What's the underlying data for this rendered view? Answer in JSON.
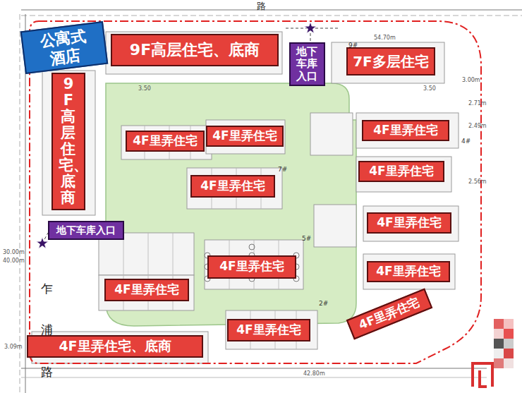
{
  "diagram": {
    "nodes": [
      {
        "text": [
          "公寓式 酒店"
        ]
      },
      {
        "text": [
          "9F高层住宅、底商"
        ]
      },
      {
        "text": [
          "地下 车库 入口"
        ]
      },
      {
        "text": [
          "7F多层住宅"
        ]
      },
      {
        "text": [
          "9F高层住宅、底商"
        ]
      },
      {
        "text": [
          "地下车库入口"
        ]
      },
      {
        "text": [
          "4F里弄住宅"
        ]
      },
      {
        "text": [
          "4F里弄住宅"
        ]
      },
      {
        "text": [
          "4F里弄住宅"
        ]
      },
      {
        "text": [
          "4F里弄住宅"
        ]
      },
      {
        "text": [
          "4F里弄住宅"
        ]
      },
      {
        "text": [
          "4F里弄住宅"
        ]
      },
      {
        "text": [
          "4F里弄住宅"
        ]
      },
      {
        "text": [
          "4F里弄住宅"
        ]
      },
      {
        "text": [
          "4F里弄住宅"
        ]
      },
      {
        "text": [
          "4F里弄住宅"
        ]
      },
      {
        "text": [
          "4F里弄住宅、底商"
        ]
      },
      {
        "text": [
          "4F里弄住宅"
        ]
      }
    ],
    "labels": [
      "路",
      "乍",
      "浦",
      "路",
      "54.70m",
      "3.00m",
      "2.71m",
      "2.49m",
      "2.56m",
      "3.50",
      "3.50",
      "30.00m",
      "40.00m",
      "3.09m",
      "42.80m",
      "9#",
      "7#",
      "5#",
      "4#",
      "2#"
    ]
  }
}
